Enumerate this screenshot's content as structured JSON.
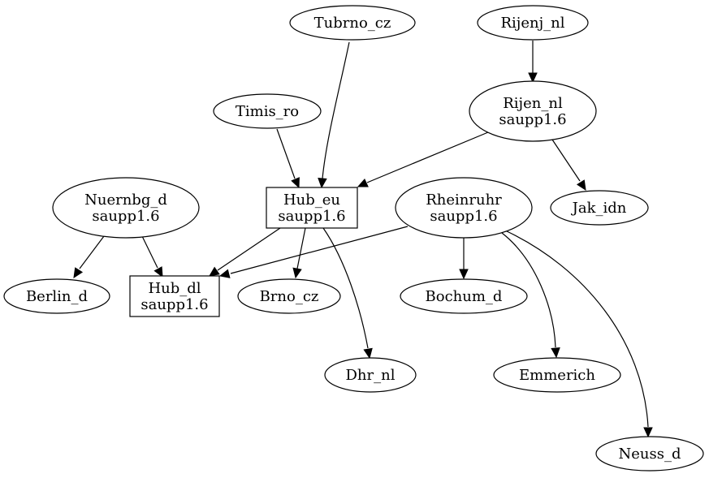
{
  "nodes": {
    "tubrno_cz": {
      "lines": [
        "Tubrno_cz"
      ],
      "shape": "ellipse"
    },
    "rijenj_nl": {
      "lines": [
        "Rijenj_nl"
      ],
      "shape": "ellipse"
    },
    "timis_ro": {
      "lines": [
        "Timis_ro"
      ],
      "shape": "ellipse"
    },
    "rijen_nl": {
      "lines": [
        "Rijen_nl",
        "saupp1.6"
      ],
      "shape": "ellipse"
    },
    "nuernbg_d": {
      "lines": [
        "Nuernbg_d",
        "saupp1.6"
      ],
      "shape": "ellipse"
    },
    "hub_eu": {
      "lines": [
        "Hub_eu",
        "saupp1.6"
      ],
      "shape": "box"
    },
    "rheinruhr": {
      "lines": [
        "Rheinruhr",
        "saupp1.6"
      ],
      "shape": "ellipse"
    },
    "jak_idn": {
      "lines": [
        "Jak_idn"
      ],
      "shape": "ellipse"
    },
    "berlin_d": {
      "lines": [
        "Berlin_d"
      ],
      "shape": "ellipse"
    },
    "hub_dl": {
      "lines": [
        "Hub_dl",
        "saupp1.6"
      ],
      "shape": "box"
    },
    "brno_cz": {
      "lines": [
        "Brno_cz"
      ],
      "shape": "ellipse"
    },
    "bochum_d": {
      "lines": [
        "Bochum_d"
      ],
      "shape": "ellipse"
    },
    "dhr_nl": {
      "lines": [
        "Dhr_nl"
      ],
      "shape": "ellipse"
    },
    "emmerich": {
      "lines": [
        "Emmerich"
      ],
      "shape": "ellipse"
    },
    "neuss_d": {
      "lines": [
        "Neuss_d"
      ],
      "shape": "ellipse"
    }
  },
  "edges": [
    {
      "from": "rijenj_nl",
      "to": "rijen_nl"
    },
    {
      "from": "tubrno_cz",
      "to": "hub_eu"
    },
    {
      "from": "timis_ro",
      "to": "hub_eu"
    },
    {
      "from": "rijen_nl",
      "to": "hub_eu"
    },
    {
      "from": "rijen_nl",
      "to": "jak_idn"
    },
    {
      "from": "nuernbg_d",
      "to": "berlin_d"
    },
    {
      "from": "nuernbg_d",
      "to": "hub_dl"
    },
    {
      "from": "hub_eu",
      "to": "hub_dl"
    },
    {
      "from": "hub_eu",
      "to": "brno_cz"
    },
    {
      "from": "hub_eu",
      "to": "dhr_nl"
    },
    {
      "from": "rheinruhr",
      "to": "hub_dl"
    },
    {
      "from": "rheinruhr",
      "to": "bochum_d"
    },
    {
      "from": "rheinruhr",
      "to": "emmerich"
    },
    {
      "from": "rheinruhr",
      "to": "neuss_d"
    }
  ]
}
